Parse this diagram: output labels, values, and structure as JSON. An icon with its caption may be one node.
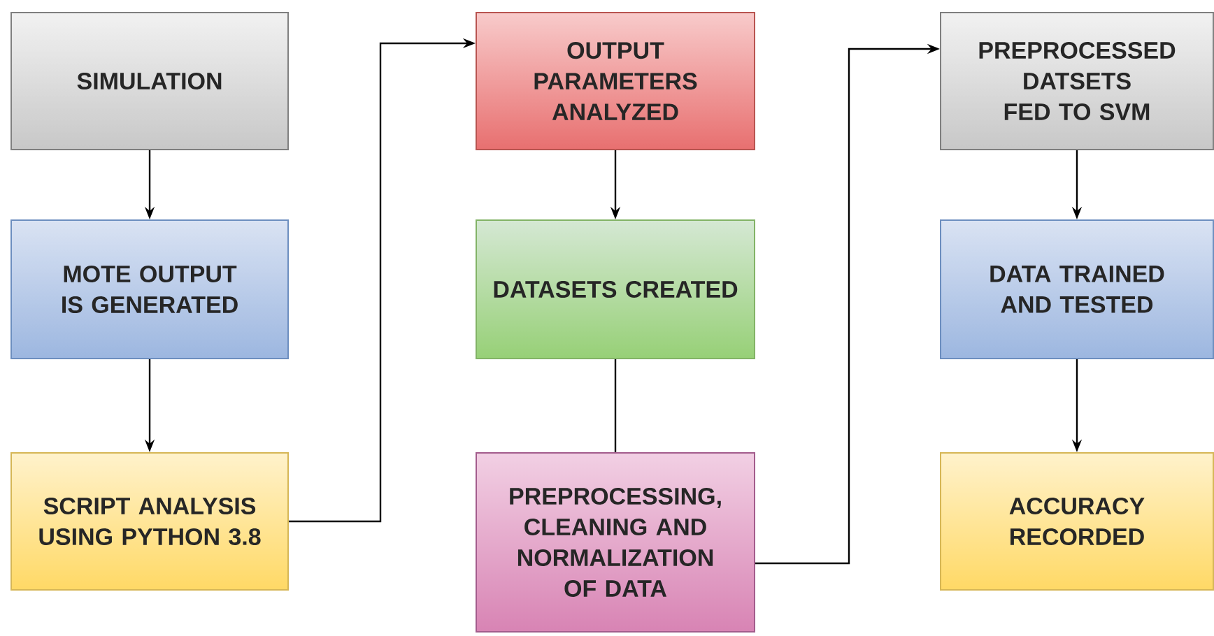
{
  "diagram": {
    "nodes": [
      {
        "text": [
          "SIMULATION"
        ]
      },
      {
        "text": [
          "MOTE OUTPUT IS GENERATED"
        ]
      },
      {
        "text": [
          "SCRIPT ANALYSIS USING PYTHON 3.8"
        ]
      },
      {
        "text": [
          "OUTPUT PARAMETERS ANALYZED"
        ]
      },
      {
        "text": [
          "DATASETS CREATED"
        ]
      },
      {
        "text": [
          "PREPROCESSING, CLEANING AND NORMALIZATION OF DATA"
        ]
      },
      {
        "text": [
          "PREPROCESSED DATSETS FED TO SVM"
        ]
      },
      {
        "text": [
          "DATA TRAINED AND TESTED"
        ]
      },
      {
        "text": [
          "ACCURACY RECORDED"
        ]
      }
    ],
    "edges": [
      {
        "from": 0,
        "to": 1,
        "arrow": "to"
      },
      {
        "from": 1,
        "to": 2,
        "arrow": "to"
      },
      {
        "from": 2,
        "to": 3,
        "arrow": "to"
      },
      {
        "from": 3,
        "to": 4,
        "arrow": "to"
      },
      {
        "from": 4,
        "to": 5,
        "arrow": "none"
      },
      {
        "from": 5,
        "to": 6,
        "arrow": "to"
      },
      {
        "from": 6,
        "to": 7,
        "arrow": "to"
      },
      {
        "from": 7,
        "to": 8,
        "arrow": "to"
      }
    ]
  }
}
